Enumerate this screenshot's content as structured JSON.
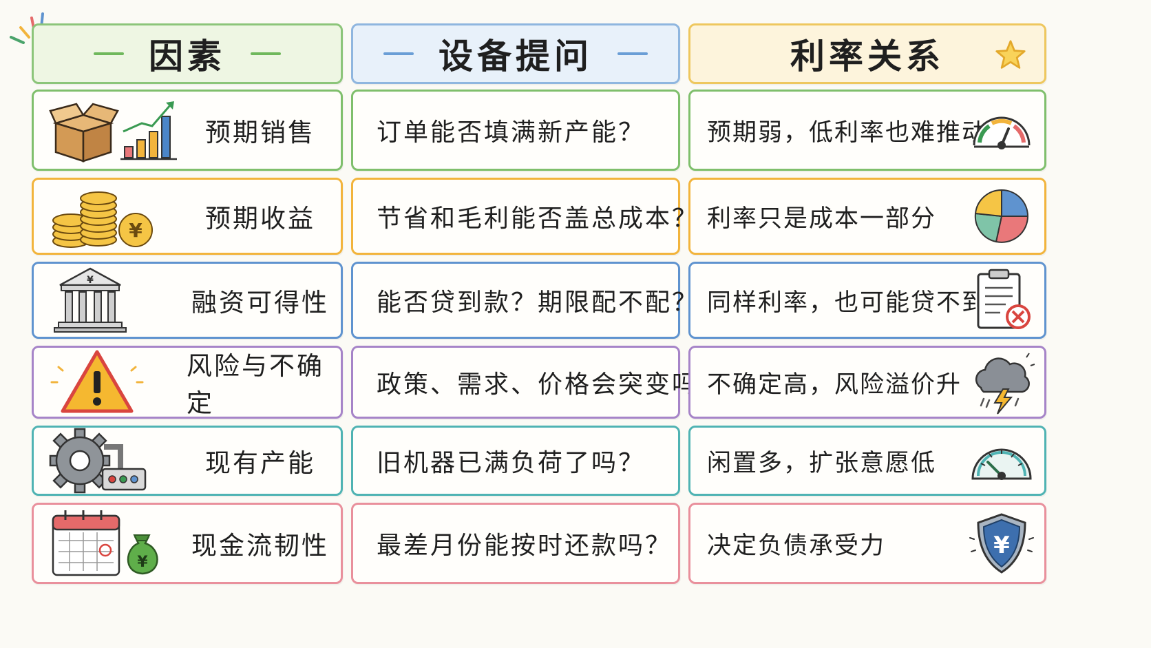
{
  "headers": [
    {
      "title": "因素",
      "color": "#8cc57a",
      "bg": "#eef6e3"
    },
    {
      "title": "设备提问",
      "color": "#8fb6df",
      "bg": "#e8f1fa"
    },
    {
      "title": "利率关系",
      "color": "#eec75e",
      "bg": "#fdf4dc"
    }
  ],
  "rows": [
    {
      "factor": "预期销售",
      "question": "订单能否填满新产能？",
      "relation": "预期弱，低利率也难推动",
      "color": "#7fbf6c",
      "factor_icon": "box-growth-chart-icon",
      "relation_icon": "low-gauge-icon"
    },
    {
      "factor": "预期收益",
      "question": "节省和毛利能否盖总成本？",
      "relation": "利率只是成本一部分",
      "color": "#f2b43c",
      "factor_icon": "coins-yen-icon",
      "relation_icon": "pie-chart-icon"
    },
    {
      "factor": "融资可得性",
      "question": "能否贷到款？期限配不配？",
      "relation": "同样利率，也可能贷不到",
      "color": "#5f93cf",
      "factor_icon": "bank-icon",
      "relation_icon": "rejected-clipboard-icon"
    },
    {
      "factor": "风险与不确定",
      "question": "政策、需求、价格会突变吗？",
      "relation": "不确定高，风险溢价升",
      "color": "#a684c8",
      "factor_icon": "warning-icon",
      "relation_icon": "storm-cloud-icon"
    },
    {
      "factor": "现有产能",
      "question": "旧机器已满负荷了吗？",
      "relation": "闲置多，扩张意愿低",
      "color": "#4fb3b3",
      "factor_icon": "gear-machine-icon",
      "relation_icon": "capacity-gauge-icon"
    },
    {
      "factor": "现金流韧性",
      "question": "最差月份能按时还款吗？",
      "relation": "决定负债承受力",
      "color": "#e9909c",
      "factor_icon": "calendar-moneybag-icon",
      "relation_icon": "yen-shield-icon"
    }
  ]
}
